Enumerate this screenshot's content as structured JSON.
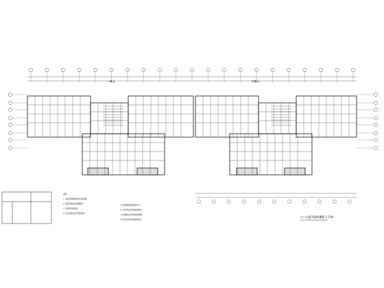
{
  "drawing": {
    "wing_label_left": "一单元",
    "wing_label_right": "二单元",
    "plan_title": "二~七层平面布置图",
    "scale": "1:100",
    "notes_left": [
      "说明：",
      "1. 本层照明配电箱详见系统图",
      "2. 插座回路均设漏电保护",
      "3. 导线穿管暗敷设",
      "4. 灯具安装高度详见材料表"
    ],
    "notes_right": [
      "5. 弱电箱暗装底距地0.5m",
      "6. 卫生间设局部等电位联结",
      "7. 接地做法详见防雷接地图",
      "8. 其余未尽事宜按规范施工"
    ]
  }
}
